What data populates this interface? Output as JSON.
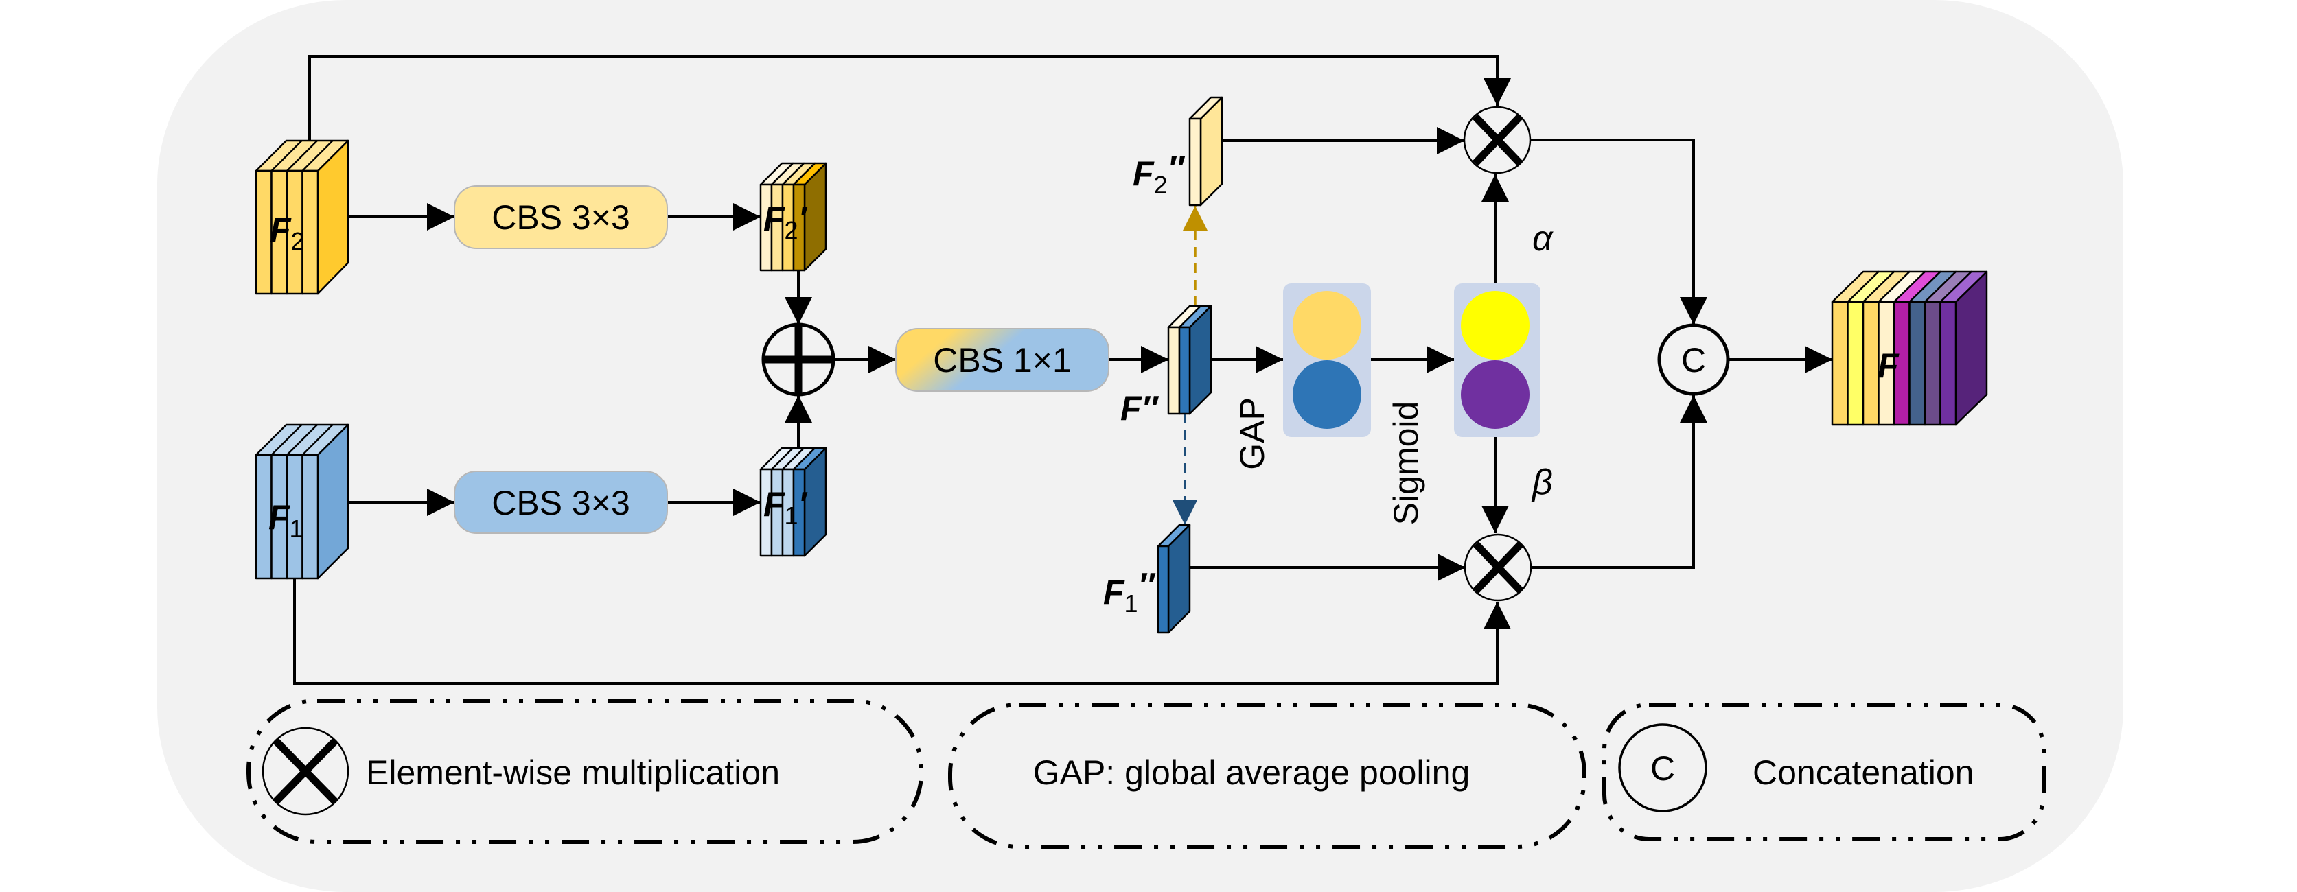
{
  "colors": {
    "background_panel": "#F2F2F2",
    "cbs_f2": "#FFE699",
    "cbs_f1": "#9DC3E6",
    "cbs_fused_from": "#FFD966",
    "cbs_fused_to": "#9DC3E6",
    "gap_panel": "#CBD6EA",
    "gap_top": "#FFD966",
    "gap_bottom": "#2E75B6",
    "sigmoid_top": "#FFFF00",
    "sigmoid_bottom": "#7030A0",
    "dashed_to_f2": "#BF9000",
    "dashed_to_f1": "#1F4E79"
  },
  "nodes": {
    "f2": {
      "main": "F",
      "sub": "2",
      "prime": ""
    },
    "f1": {
      "main": "F",
      "sub": "1",
      "prime": ""
    },
    "f2_prime": {
      "main": "F",
      "sub": "2",
      "prime": "′"
    },
    "f1_prime": {
      "main": "F",
      "sub": "1",
      "prime": "′"
    },
    "f_dprime": {
      "main": "F",
      "sub": "",
      "prime": "″"
    },
    "f2_dprime": {
      "main": "F",
      "sub": "2",
      "prime": "″"
    },
    "f1_dprime": {
      "main": "F",
      "sub": "1",
      "prime": "″"
    },
    "f_out": {
      "main": "F",
      "sub": "",
      "prime": ""
    }
  },
  "blocks": {
    "cbs_top": "CBS 3×3",
    "cbs_bottom": "CBS 3×3",
    "cbs_fuse": "CBS 1×1"
  },
  "operators": {
    "add": "element-wise addition",
    "mul": "element-wise multiplication",
    "concat": "C"
  },
  "labels": {
    "gap": "GAP",
    "sigmoid": "Sigmoid",
    "alpha": "α",
    "beta": "β"
  },
  "legend": [
    {
      "symbol": "multiply",
      "text": "Element-wise multiplication"
    },
    {
      "symbol": "none",
      "text": "GAP: global average pooling"
    },
    {
      "symbol": "C",
      "text": "Concatenation"
    }
  ]
}
